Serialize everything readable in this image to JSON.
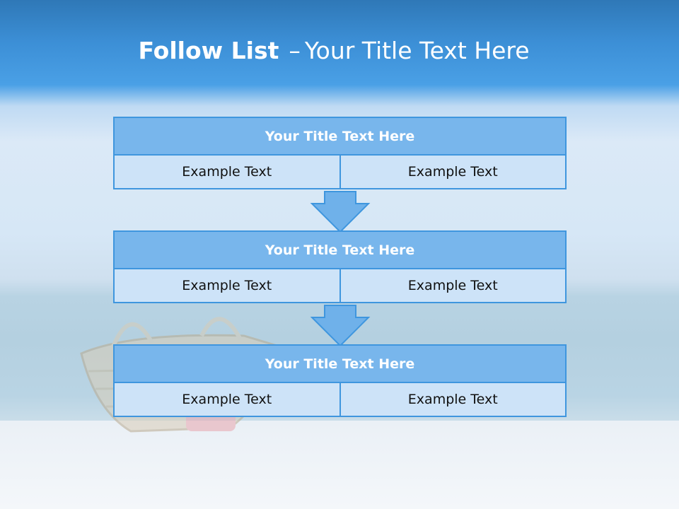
{
  "slide": {
    "title_bold": "Follow List",
    "title_separator": "–",
    "title_rest": "Your Title Text Here"
  },
  "blocks": [
    {
      "title": "Your Title Text Here",
      "left_text": "Example Text",
      "right_text": "Example Text"
    },
    {
      "title": "Your Title Text Here",
      "left_text": "Example Text",
      "right_text": "Example Text"
    },
    {
      "title": "Your Title Text Here",
      "left_text": "Example Text",
      "right_text": "Example Text"
    }
  ],
  "colors": {
    "header_fill": "#78b6ec",
    "cell_fill": "#cde3f8",
    "border": "#3f96de",
    "arrow_fill": "#6fb1ea"
  }
}
